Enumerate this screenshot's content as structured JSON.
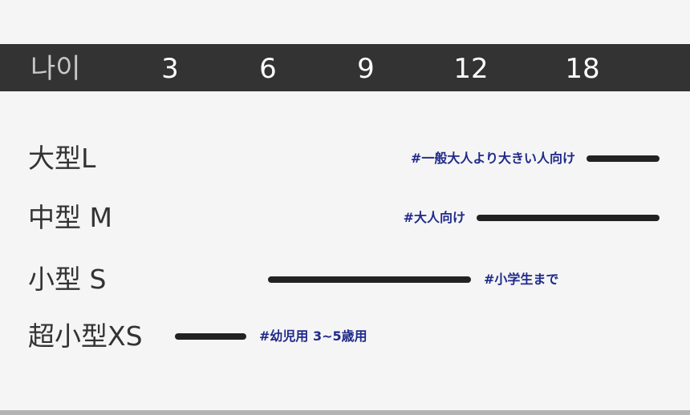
{
  "chart_data": {
    "type": "bar",
    "orientation": "horizontal-range",
    "x_axis_label": "나이",
    "x_ticks": [
      3,
      6,
      9,
      12,
      18
    ],
    "categories": [
      "大型L",
      "中型 M",
      "小型 S",
      "超小型XS"
    ],
    "series": [
      {
        "ranges": [
          {
            "category": "大型L",
            "start": 18,
            "end": "beyond 18",
            "note": "#一般大人より大きい人向け"
          },
          {
            "category": "中型 M",
            "start": 12,
            "end": "beyond 18",
            "note": "#大人向け"
          },
          {
            "category": "小型 S",
            "start": 6,
            "end": 12,
            "note": "#小学生まで"
          },
          {
            "category": "超小型XS",
            "start": 3,
            "end": 5,
            "note": "#幼児用 3~5歳用"
          }
        ]
      }
    ],
    "grid": false,
    "legend": "none"
  },
  "colors": {
    "background": "#f5f5f5",
    "header_band": "#333333",
    "header_label": "#c8c8c8",
    "tick_text": "#ffffff",
    "row_label": "#333333",
    "bar": "#222222",
    "note": "#1f2a8a",
    "bottom_band": "#b3b3b3"
  }
}
